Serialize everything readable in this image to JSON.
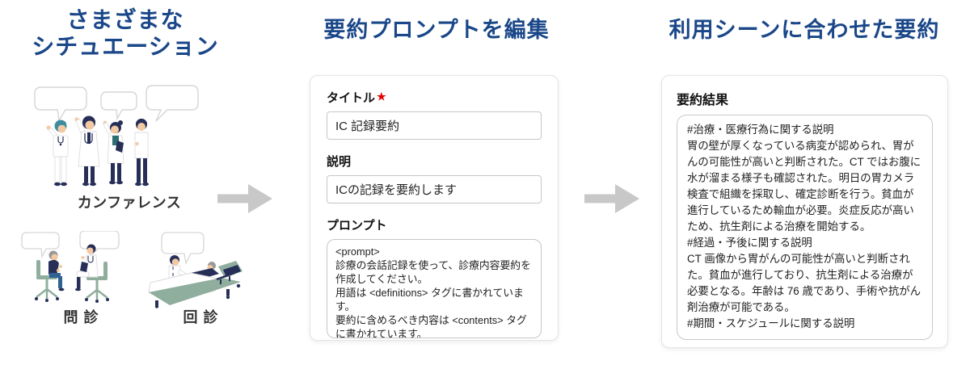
{
  "colors": {
    "title_navy": "#1a4789",
    "arrow_gray": "#c8c8c8",
    "required_red": "#e60000",
    "illus_navy": "#272f58",
    "illus_teal": "#3e8c9e",
    "illus_sage": "#8fae9d"
  },
  "situations": {
    "title_line1": "さまざまな",
    "title_line2": "シチュエーション",
    "scene_conference": "カンファレンス",
    "scene_interview": "問診",
    "scene_rounds": "回診"
  },
  "prompt_editor": {
    "title": "要約プロンプトを編集",
    "title_field": {
      "label": "タイトル",
      "required_mark": "★",
      "value": "IC 記録要約"
    },
    "description_field": {
      "label": "説明",
      "value": "ICの記録を要約します"
    },
    "prompt_field": {
      "label": "プロンプト",
      "value": "<prompt>\n診療の会話記録を使って、診療内容要約を作成してください。\n用語は <definitions> タグに書かれています。\n要約に含めるべき内容は <contents> タグに書かれています。"
    }
  },
  "summary": {
    "title": "利用シーンに合わせた要約",
    "result_label": "要約結果",
    "result_text": "#治療・医療行為に関する説明\n胃の壁が厚くなっている病変が認められ、胃がんの可能性が高いと判断された。CT ではお腹に水が溜まる様子も確認された。明日の胃カメラ検査で組織を採取し、確定診断を行う。貧血が進行しているため輸血が必要。炎症反応が高いため、抗生剤による治療を開始する。\n#経過・予後に関する説明\nCT 画像から胃がんの可能性が高いと判断された。貧血が進行しており、抗生剤による治療が必要となる。年齢は 76 歳であり、手術や抗がん剤治療が可能である。\n#期間・スケジュールに関する説明"
  }
}
